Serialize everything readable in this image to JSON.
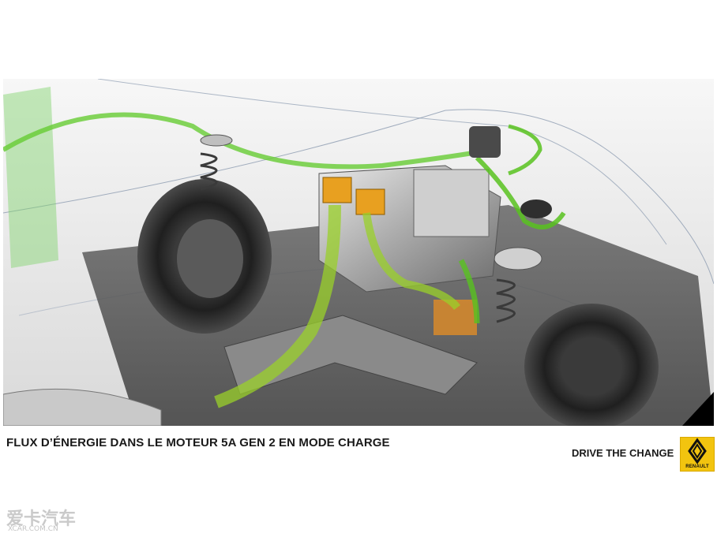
{
  "caption": "FLUX D’ÉNERGIE DANS LE MOTEUR 5A GEN 2 EN MODE CHARGE",
  "slogan": "DRIVE THE CHANGE",
  "brand": {
    "name": "RENAULT",
    "logo_icon": "renault-diamond-icon",
    "color": "#f2c40f"
  },
  "watermark": {
    "text": "爱卡汽车",
    "sub": "XCAR.COM.CN"
  },
  "colors": {
    "energy_flow": "#66cc33",
    "corner_mark": "#000000"
  }
}
